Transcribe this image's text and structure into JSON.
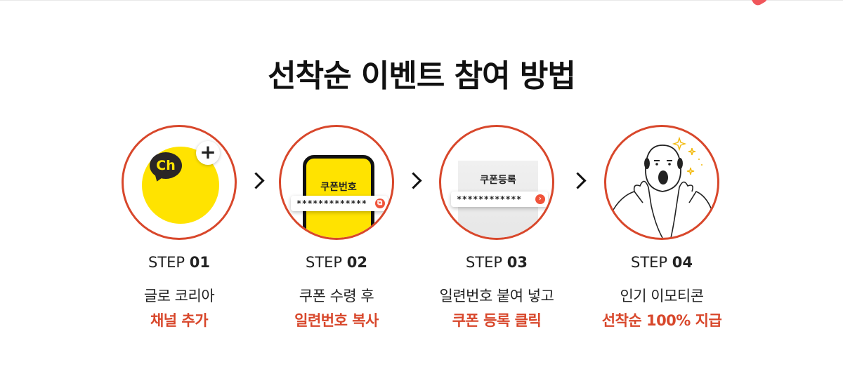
{
  "title": "선착순 이벤트 참여 방법",
  "steps": [
    {
      "step_word": "STEP",
      "step_num": "01",
      "desc_line1": "글로 코리아",
      "desc_line2": "채널 추가",
      "icon": {
        "badge_text": "Ch",
        "plus": "+"
      }
    },
    {
      "step_word": "STEP",
      "step_num": "02",
      "desc_line1": "쿠폰 수령 후",
      "desc_line2": "일련번호 복사",
      "icon": {
        "phone_title": "쿠폰번호",
        "code": "*************"
      }
    },
    {
      "step_word": "STEP",
      "step_num": "03",
      "desc_line1": "일련번호 붙여 넣고",
      "desc_line2": "쿠폰 등록 클릭",
      "icon": {
        "paper_title": "쿠폰등록",
        "code": "************"
      }
    },
    {
      "step_word": "STEP",
      "step_num": "04",
      "desc_line1": "인기 이모티콘",
      "desc_line2": "선착순 100% 지급",
      "icon": {
        "name": "excited-character-icon"
      }
    }
  ],
  "colors": {
    "accent": "#d8472b",
    "kakao_yellow": "#ffe300",
    "dark": "#2a2626"
  }
}
